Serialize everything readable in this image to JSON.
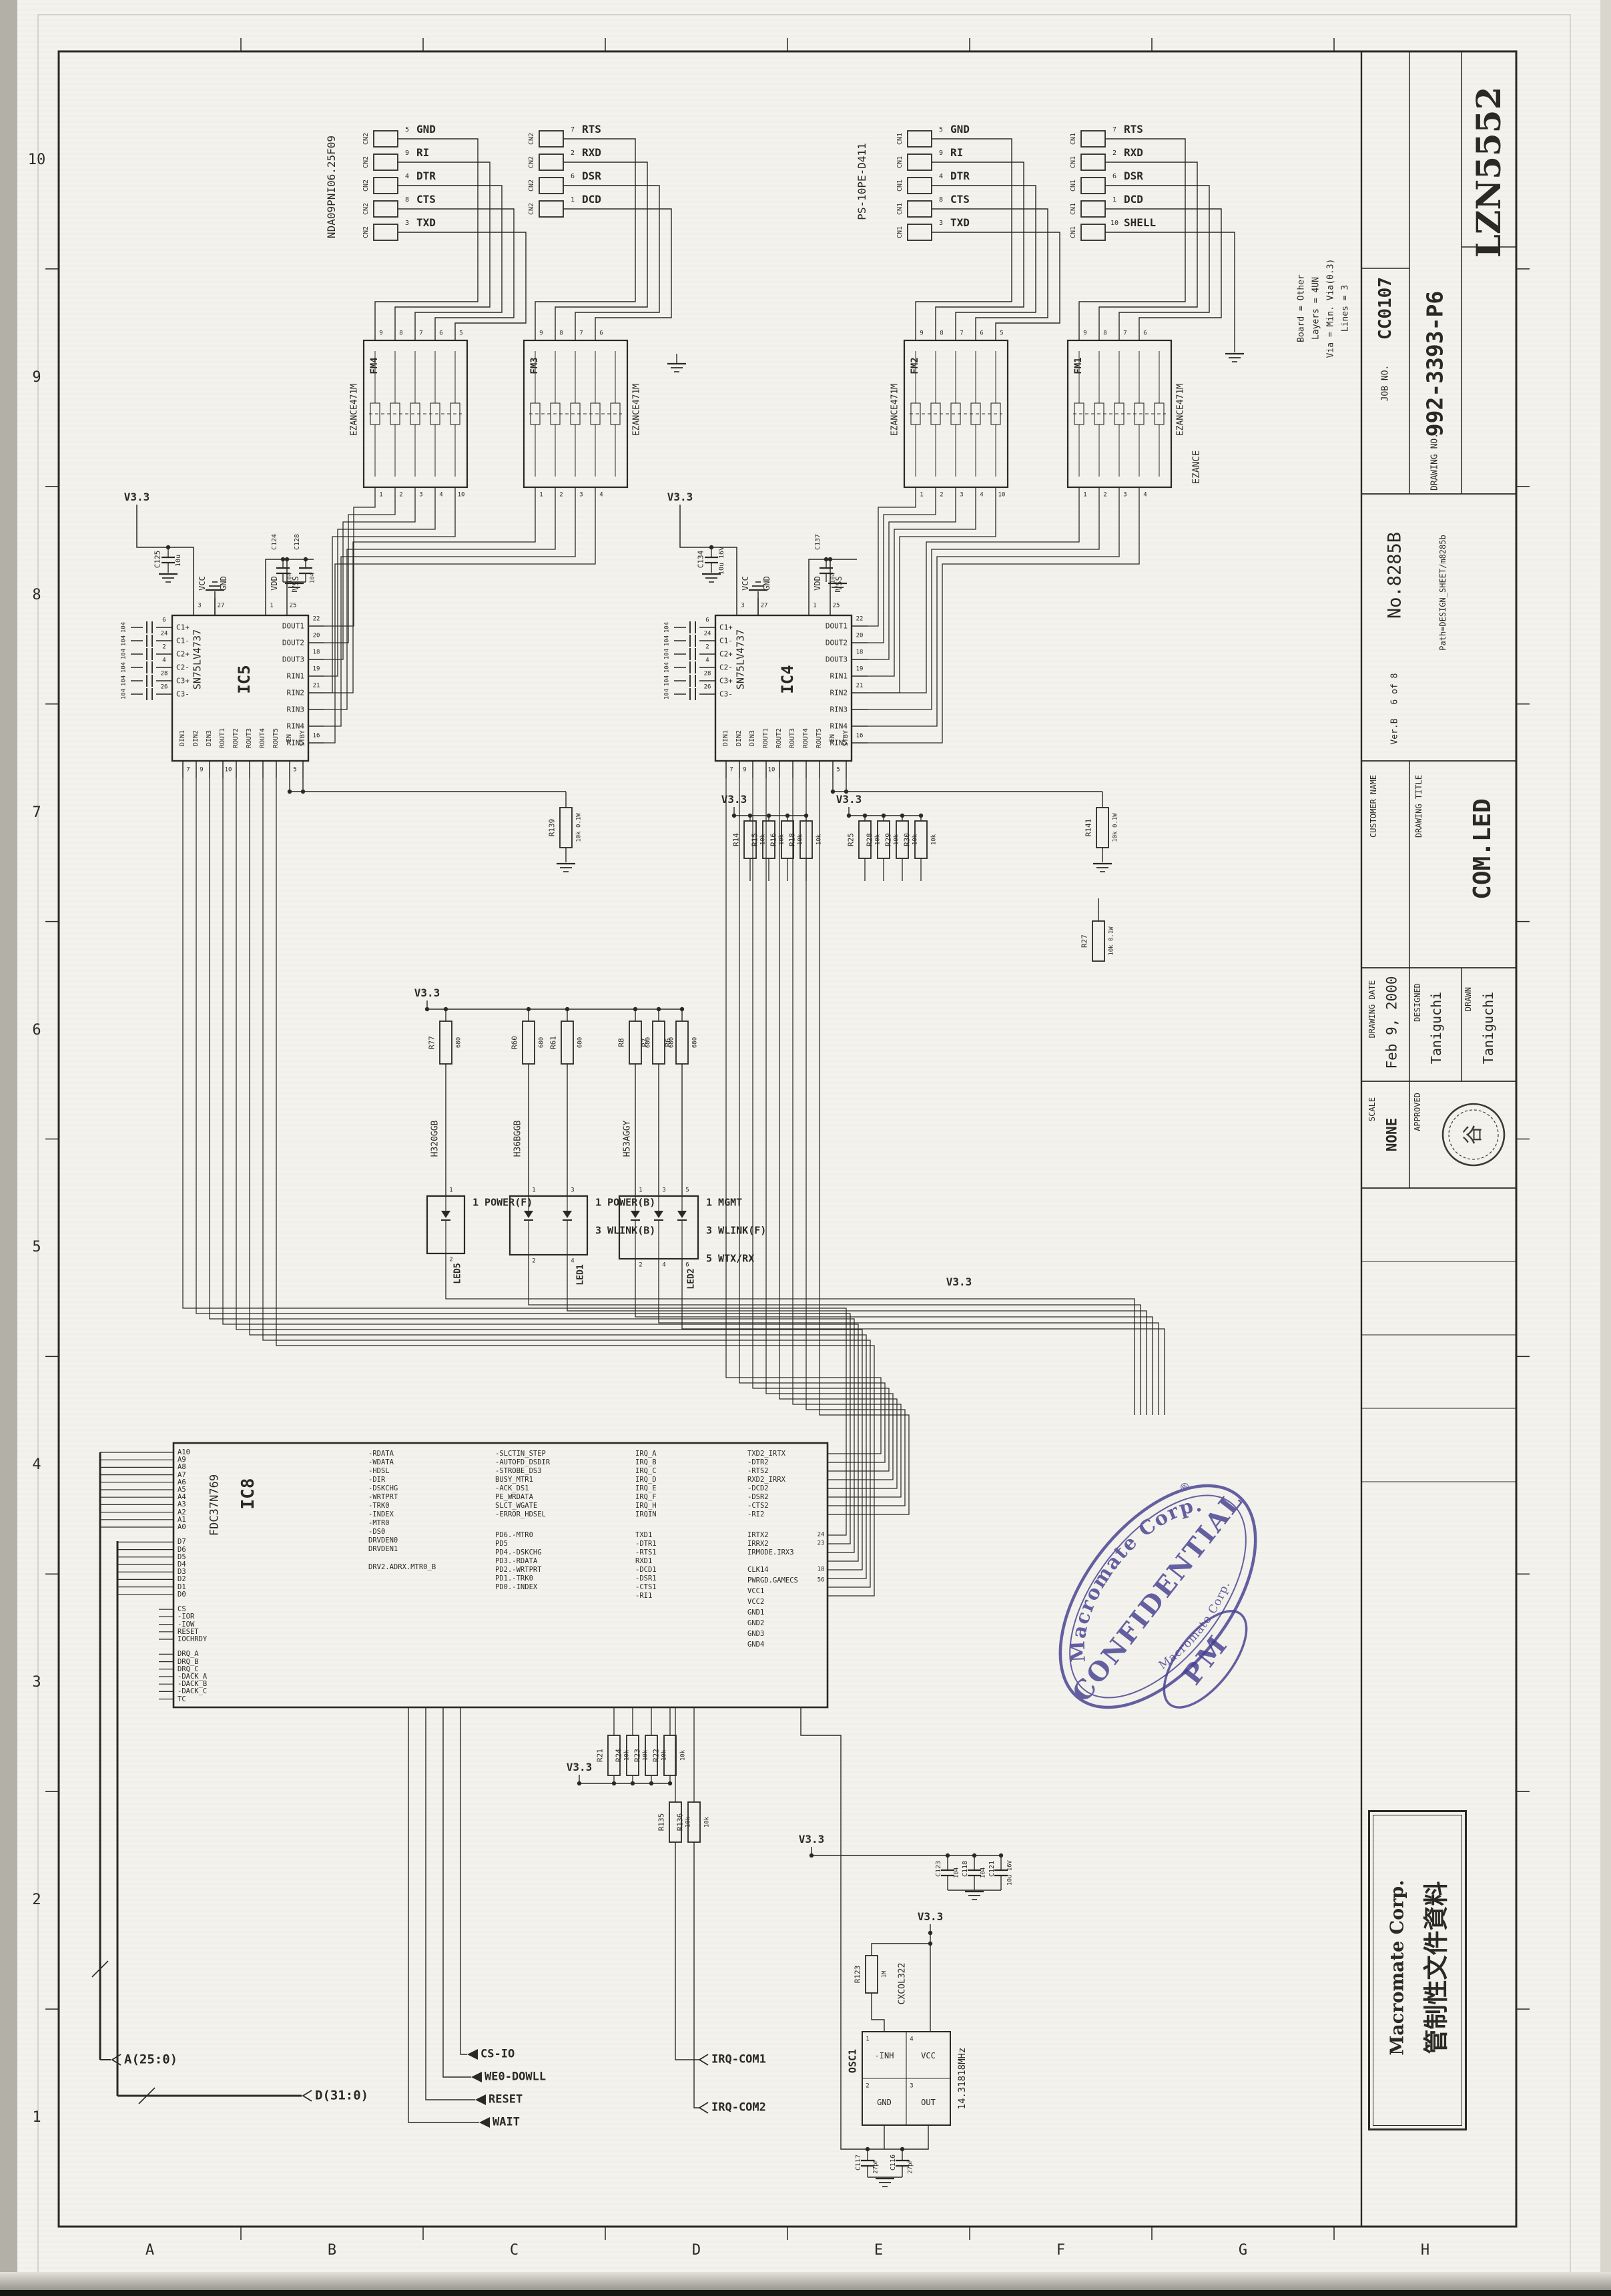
{
  "page": {
    "grid_numbers": [
      "10",
      "9",
      "8",
      "7",
      "6",
      "5",
      "4",
      "3",
      "2",
      "1"
    ],
    "grid_letters": [
      "A",
      "B",
      "C",
      "D",
      "E",
      "F",
      "G",
      "H"
    ]
  },
  "title_block": {
    "job_no_label": "JOB NO.",
    "job_no": "CC0107",
    "drawing_no_label": "DRAWING NO.",
    "drawing_no": "992-3393-P6",
    "stock_code": "LZN5552",
    "board_notes": [
      "Board = Other",
      "Layers = 4UN",
      "Via = Min. Via(0.3)",
      "Lines = 3"
    ],
    "sheet_no": "No.8285B",
    "sheet_count": "6 of 8",
    "sheet_ver": "Ver.B",
    "path_note": "Path=DESIGN_SHEET/m8285b",
    "customer_label": "CUSTOMER NAME",
    "drawing_title_label": "DRAWING TITLE",
    "drawing_title": "COM.LED",
    "date_label": "DRAWING DATE",
    "date": "Feb 9, 2000",
    "designed_label": "DESIGNED",
    "drawn_label": "DRAWN",
    "designed": "Taniguchi",
    "drawn": "Taniguchi",
    "scale_label": "SCALE",
    "scale": "NONE",
    "approved_label": "APPROVED",
    "approved_stamp_char": "谷",
    "doc_box_line1": "Macromate Corp.",
    "doc_box_line2": "管制性文件資料"
  },
  "stamps": {
    "company": "Macromate Corp.",
    "confidential": "CONFIDENTIAL",
    "pm": "PM",
    "reg_mark": "®",
    "ink": "#453f90"
  },
  "schematic": {
    "power_net": "V3.3",
    "serial_port1": {
      "connector_part": "NDA09PNI06.25F09",
      "connector_ref": "CN2",
      "rows_a": [
        [
          "5",
          "GND"
        ],
        [
          "9",
          "RI"
        ],
        [
          "4",
          "DTR"
        ],
        [
          "8",
          "CTS"
        ],
        [
          "3",
          "TXD"
        ]
      ],
      "rows_b": [
        [
          "7",
          "RTS"
        ],
        [
          "2",
          "RXD"
        ],
        [
          "6",
          "DSR"
        ],
        [
          "1",
          "DCD"
        ]
      ],
      "filters": [
        {
          "ref": "FM4",
          "part": "EZANCE471M",
          "top": [
            "9",
            "8",
            "7",
            "6",
            "5"
          ],
          "bot": [
            "1",
            "2",
            "3",
            "4",
            "10"
          ]
        },
        {
          "ref": "FM3",
          "part": "EZANCE471M",
          "top": [
            "9",
            "8",
            "7",
            "6"
          ],
          "bot": [
            "1",
            "2",
            "3",
            "4"
          ]
        }
      ]
    },
    "serial_port2": {
      "connector_part": "PS-10PE-D411",
      "connector_ref": "CN1",
      "rows_a": [
        [
          "5",
          "GND"
        ],
        [
          "9",
          "RI"
        ],
        [
          "4",
          "DTR"
        ],
        [
          "8",
          "CTS"
        ],
        [
          "3",
          "TXD"
        ]
      ],
      "rows_b": [
        [
          "7",
          "RTS"
        ],
        [
          "2",
          "RXD"
        ],
        [
          "6",
          "DSR"
        ],
        [
          "1",
          "DCD"
        ]
      ],
      "shield": [
        "10",
        "SHELL"
      ],
      "shield_note": "EZANCE",
      "filters": [
        {
          "ref": "FM2",
          "part": "EZANCE471M",
          "top": [
            "9",
            "8",
            "7",
            "6",
            "5"
          ],
          "bot": [
            "1",
            "2",
            "3",
            "4",
            "10"
          ]
        },
        {
          "ref": "FM1",
          "part": "EZANCE471M",
          "top": [
            "9",
            "8",
            "7",
            "6"
          ],
          "bot": [
            "1",
            "2",
            "3",
            "4"
          ]
        }
      ]
    },
    "ic5": {
      "ref": "IC5",
      "part": "SN75LV4737",
      "top_pins": [
        [
          "3",
          "VCC"
        ],
        [
          "27",
          "GND"
        ],
        [
          "1",
          "VDD"
        ],
        [
          "25",
          "VSS"
        ]
      ],
      "left_pins": [
        [
          "6",
          "C1+"
        ],
        [
          "24",
          "C1-"
        ],
        [
          "2",
          "C2+"
        ],
        [
          "4",
          "C2-"
        ],
        [
          "28",
          "C3+"
        ],
        [
          "26",
          "C3-"
        ]
      ],
      "right_pins": [
        [
          "22",
          "DOUT1"
        ],
        [
          "20",
          "DOUT2"
        ],
        [
          "18",
          "DOUT3"
        ],
        [
          "19",
          "RIN1"
        ],
        [
          "21",
          "RIN2"
        ],
        [
          "",
          "RIN3"
        ],
        [
          "",
          "RIN4"
        ],
        [
          "16",
          "RIN5"
        ]
      ],
      "bottom_pins": [
        [
          "7",
          "DIN1"
        ],
        [
          "9",
          "DIN2"
        ],
        [
          "",
          "DIN3"
        ],
        [
          "10",
          "ROUT1"
        ],
        [
          "",
          "ROUT2"
        ],
        [
          "",
          "ROUT3"
        ],
        [
          "",
          "ROUT4"
        ],
        [
          "",
          "ROUT5"
        ],
        [
          "5",
          "EN"
        ],
        [
          "",
          "STBY"
        ]
      ],
      "pump_cap_value": "104",
      "bulk_cap": [
        "C125",
        "10u"
      ],
      "decoupling": [
        [
          "C124",
          "104"
        ],
        [
          "C128",
          "104"
        ]
      ]
    },
    "ic4": {
      "ref": "IC4",
      "part": "SN75LV4737",
      "top_pins": [
        [
          "3",
          "VCC"
        ],
        [
          "27",
          "GND"
        ],
        [
          "1",
          "VDD"
        ],
        [
          "25",
          "VSS"
        ]
      ],
      "left_pins": [
        [
          "6",
          "C1+"
        ],
        [
          "24",
          "C1-"
        ],
        [
          "2",
          "C2+"
        ],
        [
          "4",
          "C2-"
        ],
        [
          "28",
          "C3+"
        ],
        [
          "26",
          "C3-"
        ]
      ],
      "right_pins": [
        [
          "22",
          "DOUT1"
        ],
        [
          "20",
          "DOUT2"
        ],
        [
          "18",
          "DOUT3"
        ],
        [
          "19",
          "RIN1"
        ],
        [
          "21",
          "RIN2"
        ],
        [
          "",
          "RIN3"
        ],
        [
          "",
          "RIN4"
        ],
        [
          "16",
          "RIN5"
        ]
      ],
      "bottom_pins": [
        [
          "7",
          "DIN1"
        ],
        [
          "9",
          "DIN2"
        ],
        [
          "",
          "DIN3"
        ],
        [
          "10",
          "ROUT1"
        ],
        [
          "",
          "ROUT2"
        ],
        [
          "",
          "ROUT3"
        ],
        [
          "",
          "ROUT4"
        ],
        [
          "",
          "ROUT5"
        ],
        [
          "5",
          "EN"
        ],
        [
          "",
          "STBY"
        ]
      ],
      "pump_cap_value": "104",
      "bulk_cap": [
        "C134",
        "10u 16V"
      ],
      "decoupling": [
        [
          "C137",
          "104"
        ]
      ]
    },
    "pull_resistors": {
      "r139": [
        "R139",
        "10k 0.1W"
      ],
      "r141": [
        "R141",
        "10k 0.1W"
      ],
      "r27": [
        "R27",
        "10k 0.1W"
      ]
    },
    "rin_arrays": [
      {
        "refs": [
          [
            "R14",
            "10k"
          ],
          [
            "R15",
            "10k"
          ],
          [
            "R16",
            "10k"
          ],
          [
            "R18",
            "10k"
          ]
        ]
      },
      {
        "refs": [
          [
            "R25",
            "10k"
          ],
          [
            "R28",
            "10k"
          ],
          [
            "R29",
            "10k"
          ],
          [
            "R30",
            "10k"
          ]
        ]
      }
    ],
    "led_block": {
      "resistors": [
        [
          "R77",
          "680"
        ],
        [
          "R60",
          "680"
        ],
        [
          "R61",
          "680"
        ],
        [
          "R8",
          "680"
        ],
        [
          "R7",
          "680"
        ],
        [
          "R6",
          "680"
        ]
      ],
      "leds": [
        {
          "ref": "LED5",
          "part": "H320GGB",
          "functions": [
            [
              "1",
              "POWER(F)"
            ]
          ],
          "top_nums": [
            "1"
          ],
          "bot_nums": [
            "2"
          ]
        },
        {
          "ref": "LED1",
          "part": "H36BGGB",
          "functions": [
            [
              "1",
              "POWER(B)"
            ],
            [
              "3",
              "WLINK(B)"
            ]
          ],
          "top_nums": [
            "1",
            "3"
          ],
          "bot_nums": [
            "2",
            "4"
          ]
        },
        {
          "ref": "LED2",
          "part": "H53AGGY",
          "functions": [
            [
              "1",
              "MGMT"
            ],
            [
              "3",
              "WLINK(F)"
            ],
            [
              "5",
              "WTX/RX"
            ]
          ],
          "top_nums": [
            "1",
            "3",
            "5"
          ],
          "bot_nums": [
            "2",
            "4",
            "6"
          ]
        }
      ]
    },
    "ic8": {
      "ref": "IC8",
      "part": "FDC37N769",
      "addr_pins": [
        "A10",
        "A9",
        "A8",
        "A7",
        "A6",
        "A5",
        "A4",
        "A3",
        "A2",
        "A1",
        "A0"
      ],
      "data_pins": [
        "D7",
        "D6",
        "D5",
        "D4",
        "D3",
        "D2",
        "D1",
        "D0"
      ],
      "ctrl_pins": [
        "CS",
        "-IOR",
        "-IOW",
        "RESET",
        "IOCHRDY"
      ],
      "dma_pins": [
        "DRQ_A",
        "DRQ_B",
        "DRQ_C",
        "-DACK_A",
        "-DACK_B",
        "-DACK_C",
        "TC"
      ],
      "fdd_pins": [
        "-RDATA",
        "-WDATA",
        "-HDSL",
        "-DIR",
        "-DSKCHG",
        "-WRTPRT",
        "-TRK0",
        "-INDEX",
        "-MTR0",
        "-DS0",
        "DRVDEN0",
        "DRVDEN1"
      ],
      "fdd_note": "DRV2.ADRX.MTR0_B",
      "par_pins": [
        "-SLCTIN_STEP",
        "-AUTOFD_DSDIR",
        "-STROBE_DS3",
        "BUSY_MTR1",
        "-ACK_DS1",
        "PE_WRDATA",
        "SLCT_WGATE",
        "-ERROR_HDSEL"
      ],
      "pd_pins": [
        "PD6.-MTR0",
        "PD5",
        "PD4.-DSKCHG",
        "PD3.-RDATA",
        "PD2.-WRTPRT",
        "PD1.-TRK0",
        "PD0.-INDEX"
      ],
      "irq_pins": [
        "IRQ_A",
        "IRQ_B",
        "IRQ_C",
        "IRQ_D",
        "IRQ_E",
        "IRQ_F",
        "IRQ_H",
        "IRQIN"
      ],
      "ser1_pins": [
        "TXD1",
        "-DTR1",
        "-RTS1",
        "RXD1",
        "-DCD1",
        "-DSR1",
        "-CTS1",
        "-RI1"
      ],
      "ser2_pins": [
        "TXD2_IRTX",
        "-DTR2",
        "-RTS2",
        "RXD2_IRRX",
        "-DCD2",
        "-DSR2",
        "-CTS2",
        "-RI2"
      ],
      "ir_pins": [
        [
          "24",
          "IRTX2"
        ],
        [
          "23",
          "IRRX2"
        ],
        [
          "",
          "IRMODE.IRX3"
        ]
      ],
      "misc_pins": [
        [
          "18",
          "CLK14"
        ],
        [
          "56",
          "PWRGD.GAMECS"
        ],
        [
          "",
          "VCC1"
        ],
        [
          "",
          "VCC2"
        ],
        [
          "",
          "GND1"
        ],
        [
          "",
          "GND2"
        ],
        [
          "",
          "GND3"
        ],
        [
          "",
          "GND4"
        ]
      ]
    },
    "bus_a": "A(25:0)",
    "bus_d": "D(31:0)",
    "host_signals": [
      "CS-IO",
      "WE0-DOWLL",
      "RESET",
      "WAIT"
    ],
    "irq_signals": [
      "IRQ-COM1",
      "IRQ-COM2"
    ],
    "irq_pullups": [
      [
        "R21",
        "10k"
      ],
      [
        "R24",
        "10k"
      ],
      [
        "R23",
        "10k"
      ],
      [
        "R22",
        "10k"
      ]
    ],
    "series_rs": [
      [
        "R135",
        "10k"
      ],
      [
        "R136",
        "10k"
      ]
    ],
    "cap_cluster": [
      [
        "C123",
        "104"
      ],
      [
        "C118",
        "104"
      ],
      [
        "C121",
        "10u 16V"
      ]
    ],
    "osc": {
      "ref": "OSC1",
      "part": "CXCOL322",
      "freq": "14.31818MHz",
      "pins": [
        [
          "1",
          "-INH"
        ],
        [
          "4",
          "VCC"
        ],
        [
          "2",
          "GND"
        ],
        [
          "3",
          "OUT"
        ]
      ],
      "resistor": [
        "R123",
        "1M"
      ],
      "caps": [
        [
          "C117",
          "27pF"
        ],
        [
          "C116",
          "27pF"
        ]
      ]
    }
  }
}
